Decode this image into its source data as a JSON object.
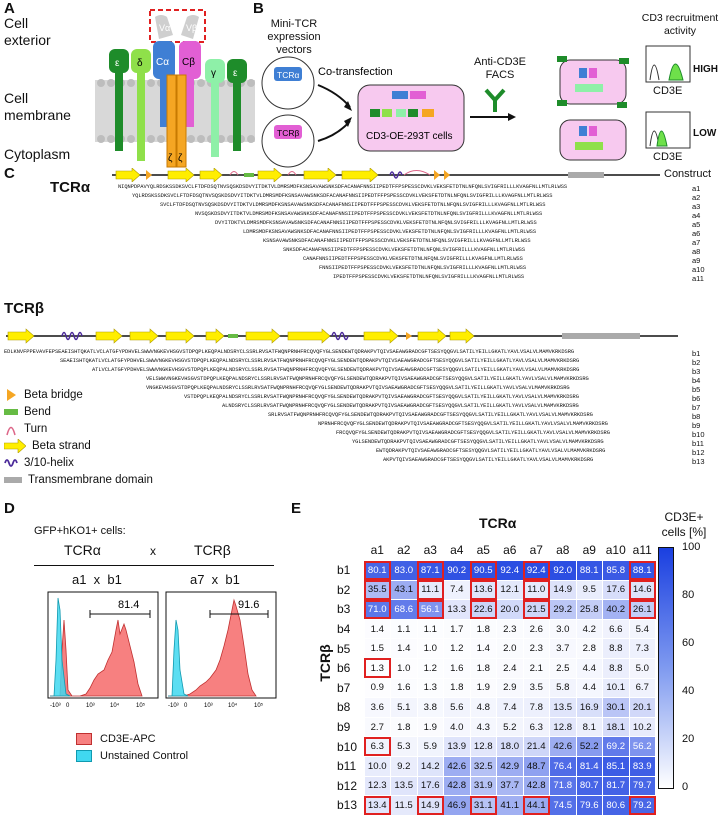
{
  "panels": {
    "a": "A",
    "b": "B",
    "c": "C",
    "d": "D",
    "e": "E"
  },
  "panel_a": {
    "labels": {
      "exterior": "Cell\nexterior",
      "membrane": "Cell\nmembrane",
      "cytoplasm": "Cytoplasm"
    },
    "chains": {
      "eps1": "ε",
      "delta": "δ",
      "calpha": "Cα",
      "cbeta": "Cβ",
      "gamma": "γ",
      "eps2": "ε",
      "va": "Vα",
      "vb": "Vβ",
      "zeta1": "ζ",
      "zeta2": "ζ"
    }
  },
  "panel_b": {
    "vectors_label": "Mini-TCR\nexpression\nvectors",
    "tcra": "TCRα",
    "tcrb": "TCRβ",
    "cotransfection": "Co-transfection",
    "cells": "CD3-OE-293T cells",
    "facs": "Anti-CD3E\nFACS",
    "recruit": "CD3 recruitment\nactivity",
    "high": "HIGH",
    "low": "LOW",
    "cd3e": "CD3E"
  },
  "panel_c": {
    "construct_header": "Construct",
    "tcra_title": "TCRα",
    "tcrb_title": "TCRβ",
    "tcra_seqs": [
      {
        "seq": "NIQNPDPAVYQLRDSKSSDKSVCLFTDFDSQTNVSQSKDSDVYITDKTVLDMRSMDFKSNSAVAWSNKSDFACANAFNNSIIPEDTFFPSPESSCDVKLVEKSFETDTNLNFQNLSVIGFRILLLKVAGFNLLMTLRLWSS",
        "id": "a1"
      },
      {
        "seq": "YQLRDSKSSDKSVCLFTDFDSQTNVSQSKDSDVYITDKTVLDMRSMDFKSNSAVAWSNKSDFACANAFNNSIIPEDTFFPSPESSCDVKLVEKSFETDTNLNFQNLSVIGFRILLLKVAGFNLLMTLRLWSS",
        "id": "a2"
      },
      {
        "seq": "SVCLFTDFDSQTNVSQSKDSDVYITDKTVLDMRSMDFKSNSAVAWSNKSDFACANAFNNSIIPEDTFFPSPESSCDVKLVEKSFETDTNLNFQNLSVIGFRILLLKVAGFNLLMTLRLWSS",
        "id": "a3"
      },
      {
        "seq": "NVSQSKDSDVYITDKTVLDMRSMDFKSNSAVAWSNKSDFACANAFNNSIIPEDTFFPSPESSCDVKLVEKSFETDTNLNFQNLSVIGFRILLLKVAGFNLLMTLRLWSS",
        "id": "a4"
      },
      {
        "seq": "DVYITDKTVLDMRSMDFKSNSAVAWSNKSDFACANAFNNSIIPEDTFFPSPESSCDVKLVEKSFETDTNLNFQNLSVIGFRILLLKVAGFNLLMTLRLWSS",
        "id": "a5"
      },
      {
        "seq": "LDMRSMDFKSNSAVAWSNKSDFACANAFNNSIIPEDTFFPSPESSCDVKLVEKSFETDTNLNFQNLSVIGFRILLLKVAGFNLLMTLRLWSS",
        "id": "a6"
      },
      {
        "seq": "KSNSAVAWSNKSDFACANAFNNSIIPEDTFFPSPESSCDVKLVEKSFETDTNLNFQNLSVIGFRILLLKVAGFNLLMTLRLWSS",
        "id": "a7"
      },
      {
        "seq": "SNKSDFACANAFNNSIIPEDTFFPSPESSCDVKLVEKSFETDTNLNFQNLSVIGFRILLLKVAGFNLLMTLRLWSS",
        "id": "a8"
      },
      {
        "seq": "CANAFNNSIIPEDTFFPSPESSCDVKLVEKSFETDTNLNFQNLSVIGFRILLLKVAGFNLLMTLRLWSS",
        "id": "a9"
      },
      {
        "seq": "FNNSIIPEDTFFPSPESSCDVKLVEKSFETDTNLNFQNLSVIGFRILLLKVAGFNLLMTLRLWSS",
        "id": "a10"
      },
      {
        "seq": "IPEDTFFPSPESSCDVKLVEKSFETDTNLNFQNLSVIGFRILLLKVAGFNLLMTLRLWSS",
        "id": "a11"
      }
    ],
    "tcrb_seqs": [
      {
        "seq": "EDLKNVFPPEVAVFEPSEAEISHTQKATLVCLATGFYPDHVELSWWVNGKEVHSGVSTDPQPLKEQPALNDSRYCLSSRLRVSATFWQNPRNHFRCQVQFYGLSENDEWTQDRAKPVTQIVSAEAWGRADCGFTSESYQQGVLSATILYEILLGKATLYAVLVSALVLMAMVKRKDSRG",
        "id": "b1"
      },
      {
        "seq": "SEAEISHTQKATLVCLATGFYPDHVELSWWVNGKEVHSGVSTDPQPLKEQPALNDSRYCLSSRLRVSATFWQNPRNHFRCQVQFYGLSENDEWTQDRAKPVTQIVSAEAWGRADCGFTSESYQQGVLSATILYEILLGKATLYAVLVSALVLMAMVKRKDSRG",
        "id": "b2"
      },
      {
        "seq": "ATLVCLATGFYPDHVELSWWVNGKEVHSGVSTDPQPLKEQPALNDSRYCLSSRLRVSATFWQNPRNHFRCQVQFYGLSENDEWTQDRAKPVTQIVSAEAWGRADCGFTSESYQQGVLSATILYEILLGKATLYAVLVSALVLMAMVKRKDSRG",
        "id": "b3"
      },
      {
        "seq": "VELSWWVNGKEVHSGVSTDPQPLKEQPALNDSRYCLSSRLRVSATFWQNPRNHFRCQVQFYGLSENDEWTQDRAKPVTQIVSAEAWGRADCGFTSESYQQGVLSATILYEILLGKATLYAVLVSALVLMAMVKRKDSRG",
        "id": "b4"
      },
      {
        "seq": "VNGKEVHSGVSTDPQPLKEQPALNDSRYCLSSRLRVSATFWQNPRNHFRCQVQFYGLSENDEWTQDRAKPVTQIVSAEAWGRADCGFTSESYQQGVLSATILYEILLGKATLYAVLVSALVLMAMVKRKDSRG",
        "id": "b5"
      },
      {
        "seq": "VSTDPQPLKEQPALNDSRYCLSSRLRVSATFWQNPRNHFRCQVQFYGLSENDEWTQDRAKPVTQIVSAEAWGRADCGFTSESYQQGVLSATILYEILLGKATLYAVLVSALVLMAMVKRKDSRG",
        "id": "b6"
      },
      {
        "seq": "ALNDSRYCLSSRLRVSATFWQNPRNHFRCQVQFYGLSENDEWTQDRAKPVTQIVSAEAWGRADCGFTSESYQQGVLSATILYEILLGKATLYAVLVSALVLMAMVKRKDSRG",
        "id": "b7"
      },
      {
        "seq": "SRLRVSATFWQNPRNHFRCQVQFYGLSENDEWTQDRAKPVTQIVSAEAWGRADCGFTSESYQQGVLSATILYEILLGKATLYAVLVSALVLMAMVKRKDSRG",
        "id": "b8"
      },
      {
        "seq": "NPRNHFRCQVQFYGLSENDEWTQDRAKPVTQIVSAEAWGRADCGFTSESYQQGVLSATILYEILLGKATLYAVLVSALVLMAMVKRKDSRG",
        "id": "b9"
      },
      {
        "seq": "FRCQVQFYGLSENDEWTQDRAKPVTQIVSAEAWGRADCGFTSESYQQGVLSATILYEILLGKATLYAVLVSALVLMAMVKRKDSRG",
        "id": "b10"
      },
      {
        "seq": "YGLSENDEWTQDRAKPVTQIVSAEAWGRADCGFTSESYQQGVLSATILYEILLGKATLYAVLVSALVLMAMVKRKDSRG",
        "id": "b11"
      },
      {
        "seq": "EWTQDRAKPVTQIVSAEAWGRADCGFTSESYQQGVLSATILYEILLGKATLYAVLVSALVLMAMVKRKDSRG",
        "id": "b12"
      },
      {
        "seq": "AKPVTQIVSAEAWGRADCGFTSESYQQGVLSATILYEILLGKATLYAVLVSALVLMAMVKRKDSRG",
        "id": "b13"
      }
    ],
    "legend": [
      "Beta bridge",
      "Bend",
      "Turn",
      "Beta strand",
      "3/10-helix",
      "Transmembrane domain"
    ]
  },
  "panel_d": {
    "header": "GFP+hKO1+ cells:",
    "tcra": "TCRα",
    "x": "x",
    "tcrb": "TCRβ",
    "combo1": "a1  x  b1",
    "combo2": "a7  x  b1",
    "gate1": "81.4",
    "gate2": "91.6",
    "legend_apc": "CD3E-APC",
    "legend_unstained": "Unstained Control"
  },
  "panel_e": {
    "col_title": "TCRα",
    "row_title": "TCRβ",
    "colorbar_title": "CD3E+\ncells [%]",
    "colorbar_ticks": [
      "100",
      "80",
      "60",
      "40",
      "20",
      "0"
    ]
  },
  "chart_data": {
    "type": "heatmap",
    "columns": [
      "a1",
      "a2",
      "a3",
      "a4",
      "a5",
      "a6",
      "a7",
      "a8",
      "a9",
      "a10",
      "a11"
    ],
    "rows": [
      "b1",
      "b2",
      "b3",
      "b4",
      "b5",
      "b6",
      "b7",
      "b8",
      "b9",
      "b10",
      "b11",
      "b12",
      "b13"
    ],
    "values": [
      [
        80.1,
        83.0,
        87.1,
        90.2,
        90.5,
        92.4,
        92.4,
        92.0,
        88.1,
        85.8,
        88.1
      ],
      [
        35.5,
        43.1,
        11.1,
        7.4,
        13.6,
        12.1,
        11.0,
        14.9,
        9.5,
        17.6,
        14.6
      ],
      [
        71.0,
        68.6,
        56.1,
        13.3,
        22.6,
        20.0,
        21.5,
        29.2,
        25.8,
        40.2,
        26.1
      ],
      [
        1.4,
        1.1,
        1.1,
        1.7,
        1.8,
        2.3,
        2.6,
        3.0,
        4.2,
        6.6,
        5.4
      ],
      [
        1.5,
        1.4,
        1.0,
        1.2,
        1.4,
        2.0,
        2.3,
        3.7,
        2.8,
        8.8,
        7.3
      ],
      [
        1.3,
        1.0,
        1.2,
        1.6,
        1.8,
        2.4,
        2.1,
        2.5,
        4.4,
        8.8,
        5.0
      ],
      [
        0.9,
        1.6,
        1.3,
        1.8,
        1.9,
        2.9,
        3.5,
        5.8,
        4.4,
        10.1,
        6.7
      ],
      [
        3.6,
        5.1,
        3.8,
        5.6,
        4.8,
        7.4,
        7.8,
        13.5,
        16.9,
        30.1,
        20.1
      ],
      [
        2.7,
        1.8,
        1.9,
        4.0,
        4.3,
        5.2,
        6.3,
        12.8,
        8.1,
        18.1,
        10.2
      ],
      [
        6.3,
        5.3,
        5.9,
        13.9,
        12.8,
        18.0,
        21.4,
        42.6,
        52.2,
        69.2,
        56.2
      ],
      [
        10.0,
        9.2,
        14.2,
        42.6,
        32.5,
        42.9,
        48.7,
        76.4,
        81.4,
        85.1,
        83.9
      ],
      [
        12.3,
        13.5,
        17.6,
        42.8,
        31.9,
        37.7,
        42.8,
        71.8,
        80.7,
        81.7,
        79.7
      ],
      [
        13.4,
        11.5,
        14.9,
        46.9,
        31.1,
        41.1,
        44.1,
        74.5,
        79.6,
        80.6,
        79.2
      ]
    ],
    "highlighted": [
      [
        0,
        0
      ],
      [
        0,
        2
      ],
      [
        0,
        4
      ],
      [
        0,
        6
      ],
      [
        0,
        10
      ],
      [
        1,
        0
      ],
      [
        1,
        2
      ],
      [
        1,
        4
      ],
      [
        1,
        6
      ],
      [
        1,
        10
      ],
      [
        2,
        0
      ],
      [
        2,
        2
      ],
      [
        2,
        4
      ],
      [
        2,
        6
      ],
      [
        2,
        10
      ],
      [
        5,
        0
      ],
      [
        9,
        0
      ],
      [
        12,
        0
      ],
      [
        12,
        2
      ],
      [
        12,
        4
      ],
      [
        12,
        6
      ],
      [
        12,
        10
      ]
    ],
    "colorbar_range": [
      0,
      100
    ],
    "colors": {
      "high": "#1a3fe0",
      "low": "#ffffff",
      "highlight": "#e02020"
    }
  },
  "histograms": {
    "x_ticks": [
      "-10³",
      "0",
      "10³",
      "10⁴",
      "10⁵"
    ]
  }
}
